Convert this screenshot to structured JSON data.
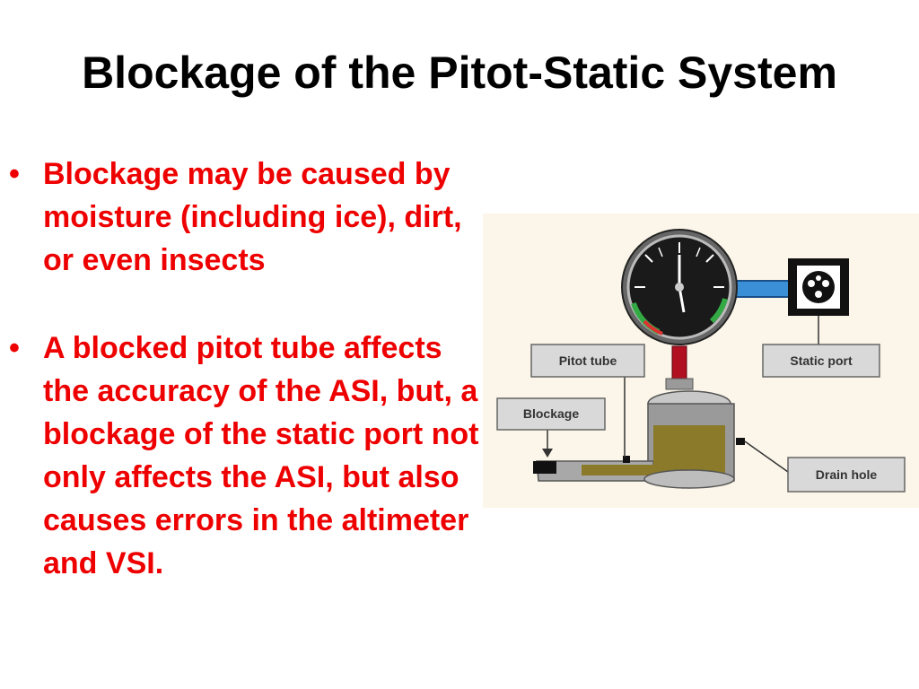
{
  "slide": {
    "title": "Blockage of the Pitot-Static System",
    "bullets": [
      {
        "marker": "•",
        "text": "Blockage may be caused by moisture (including ice), dirt, or even insects"
      },
      {
        "marker": "•",
        "text": "A blocked pitot tube affects the accuracy of the ASI, but, a blockage of the static port not only affects the ASI, but also causes errors in the altimeter and VSI."
      }
    ]
  },
  "diagram": {
    "labels": {
      "pitot_tube": "Pitot tube",
      "static_port": "Static port",
      "blockage": "Blockage",
      "drain_hole": "Drain hole"
    },
    "icons": {
      "gauge": "airspeed-indicator-icon",
      "static_port": "static-port-icon"
    }
  },
  "colors": {
    "title": "#000000",
    "bullet_text": "#ee0000",
    "diagram_background": "#fbf6e9",
    "static_line": "#3a8fd6",
    "pitot_line": "#b01020",
    "fluid": "#8a7a2a"
  }
}
